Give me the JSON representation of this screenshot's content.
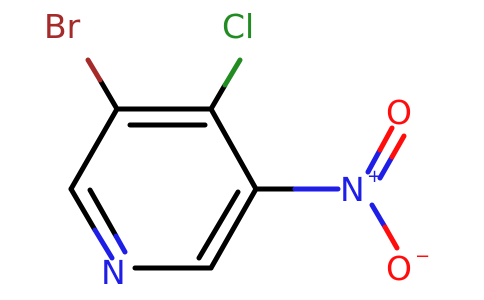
{
  "molecule": {
    "atoms": {
      "bromine": {
        "label": "Br",
        "color": "#a52a2a"
      },
      "chlorine": {
        "label": "Cl",
        "color": "#228b22"
      },
      "ring_nitrogen": {
        "label": "N",
        "color": "#1e1ee6"
      },
      "nitro_nitrogen": {
        "label": "N",
        "charge": "+",
        "color": "#1e1ee6"
      },
      "oxygen_top": {
        "label": "O",
        "color": "#ff0d0d"
      },
      "oxygen_bottom": {
        "label": "O",
        "charge": "−",
        "color": "#ff0d0d"
      }
    },
    "bond_color": "#000000"
  }
}
